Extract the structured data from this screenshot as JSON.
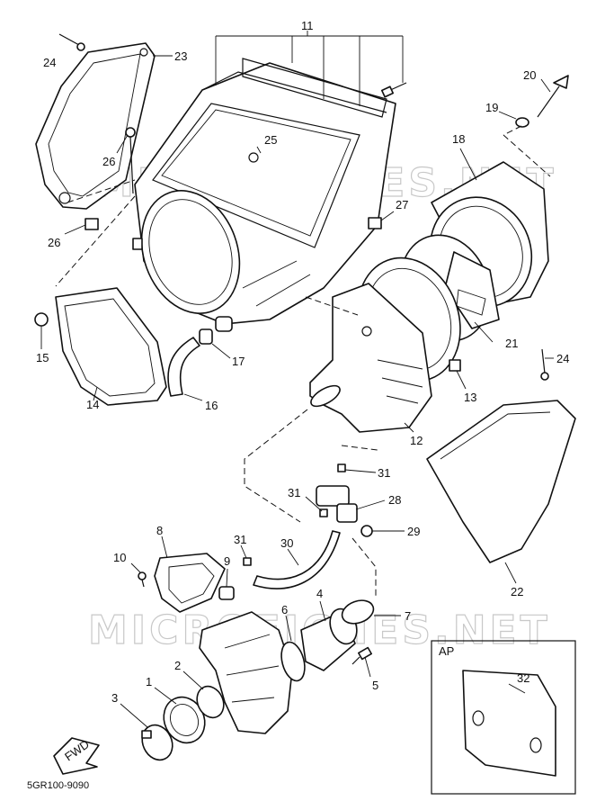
{
  "diagram_code": "5GR100-9090",
  "inset_label": "AP",
  "fwd_label": "FWD",
  "watermark": "MICROFICHES.NET",
  "callouts": [
    {
      "id": "c1",
      "text": "1"
    },
    {
      "id": "c2",
      "text": "2"
    },
    {
      "id": "c3",
      "text": "3"
    },
    {
      "id": "c4",
      "text": "4"
    },
    {
      "id": "c5",
      "text": "5"
    },
    {
      "id": "c6",
      "text": "6"
    },
    {
      "id": "c7",
      "text": "7"
    },
    {
      "id": "c8",
      "text": "8"
    },
    {
      "id": "c9",
      "text": "9"
    },
    {
      "id": "c10",
      "text": "10"
    },
    {
      "id": "c11",
      "text": "11"
    },
    {
      "id": "c12",
      "text": "12"
    },
    {
      "id": "c13",
      "text": "13"
    },
    {
      "id": "c14",
      "text": "14"
    },
    {
      "id": "c15",
      "text": "15"
    },
    {
      "id": "c16",
      "text": "16"
    },
    {
      "id": "c17",
      "text": "17"
    },
    {
      "id": "c18",
      "text": "18"
    },
    {
      "id": "c19",
      "text": "19"
    },
    {
      "id": "c20",
      "text": "20"
    },
    {
      "id": "c21",
      "text": "21"
    },
    {
      "id": "c22",
      "text": "22"
    },
    {
      "id": "c23",
      "text": "23"
    },
    {
      "id": "c24a",
      "text": "24"
    },
    {
      "id": "c24b",
      "text": "24"
    },
    {
      "id": "c25",
      "text": "25"
    },
    {
      "id": "c26a",
      "text": "26"
    },
    {
      "id": "c26b",
      "text": "26"
    },
    {
      "id": "c27",
      "text": "27"
    },
    {
      "id": "c28",
      "text": "28"
    },
    {
      "id": "c29",
      "text": "29"
    },
    {
      "id": "c30",
      "text": "30"
    },
    {
      "id": "c31a",
      "text": "31"
    },
    {
      "id": "c31b",
      "text": "31"
    },
    {
      "id": "c31c",
      "text": "31"
    },
    {
      "id": "c32",
      "text": "32"
    }
  ]
}
